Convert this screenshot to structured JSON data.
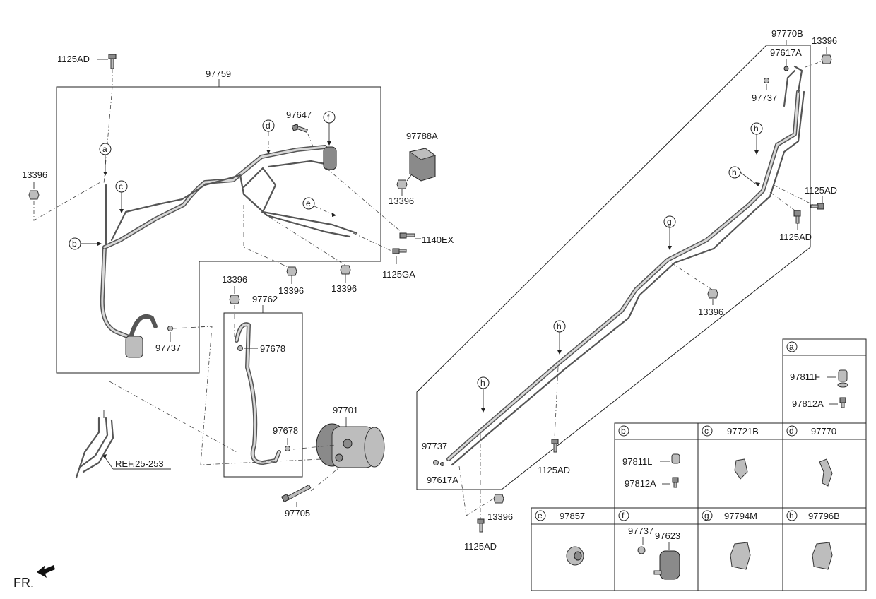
{
  "diagram": {
    "groups": {
      "main_line": "97759",
      "hose": "97762",
      "rear_line": "97770B"
    },
    "parts": {
      "bolt_1125AD": "1125AD",
      "nut_13396": "13396",
      "pipe_97647": "97647",
      "bracket_97788A": "97788A",
      "bolt_1140EX": "1140EX",
      "bolt_1125GA": "1125GA",
      "oring_97737": "97737",
      "oring_97678": "97678",
      "compressor_97701": "97701",
      "bolt_97705": "97705",
      "valve_97617A": "97617A",
      "ref": "REF.25-253",
      "fr": "FR."
    },
    "callouts": [
      "a",
      "b",
      "c",
      "d",
      "e",
      "f",
      "g",
      "h"
    ],
    "legend": [
      {
        "key": "a",
        "parts": [
          "97811F",
          "97812A"
        ]
      },
      {
        "key": "b",
        "parts": [
          "97811L",
          "97812A"
        ]
      },
      {
        "key": "c",
        "parts": [
          "97721B"
        ]
      },
      {
        "key": "d",
        "parts": [
          "97770"
        ]
      },
      {
        "key": "e",
        "parts": [
          "97857"
        ]
      },
      {
        "key": "f",
        "parts": [
          "97737",
          "97623"
        ]
      },
      {
        "key": "g",
        "parts": [
          "97794M"
        ]
      },
      {
        "key": "h",
        "parts": [
          "97796B"
        ]
      }
    ]
  }
}
